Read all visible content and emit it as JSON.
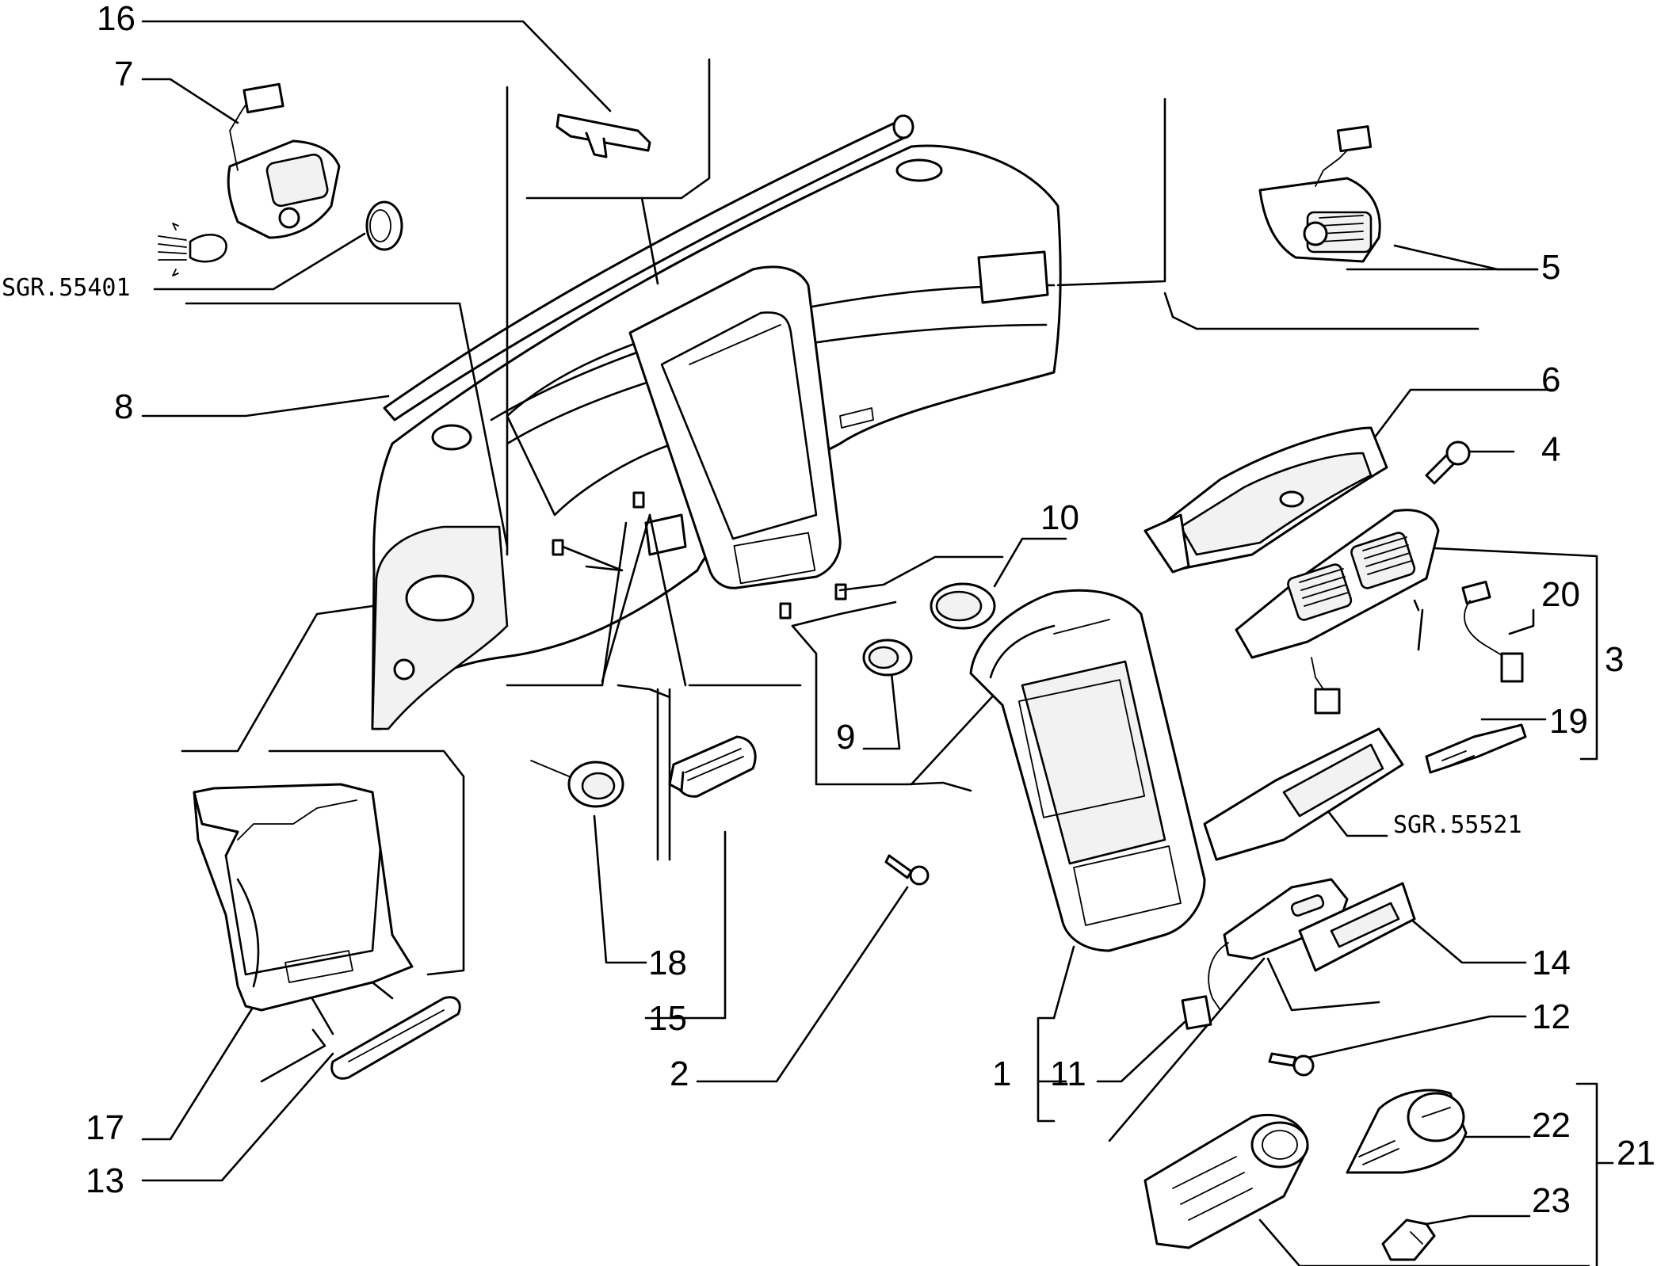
{
  "callouts": {
    "c1": "1",
    "c2": "2",
    "c3": "3",
    "c4": "4",
    "c5": "5",
    "c6": "6",
    "c7": "7",
    "c8": "8",
    "c9": "9",
    "c10": "10",
    "c11": "11",
    "c12": "12",
    "c13": "13",
    "c14": "14",
    "c15": "15",
    "c16": "16",
    "c17": "17",
    "c18": "18",
    "c19": "19",
    "c20": "20",
    "c21": "21",
    "c22": "22",
    "c23": "23"
  },
  "references": {
    "sgr_a": "SGR.55401",
    "sgr_b": "SGR.55521"
  }
}
